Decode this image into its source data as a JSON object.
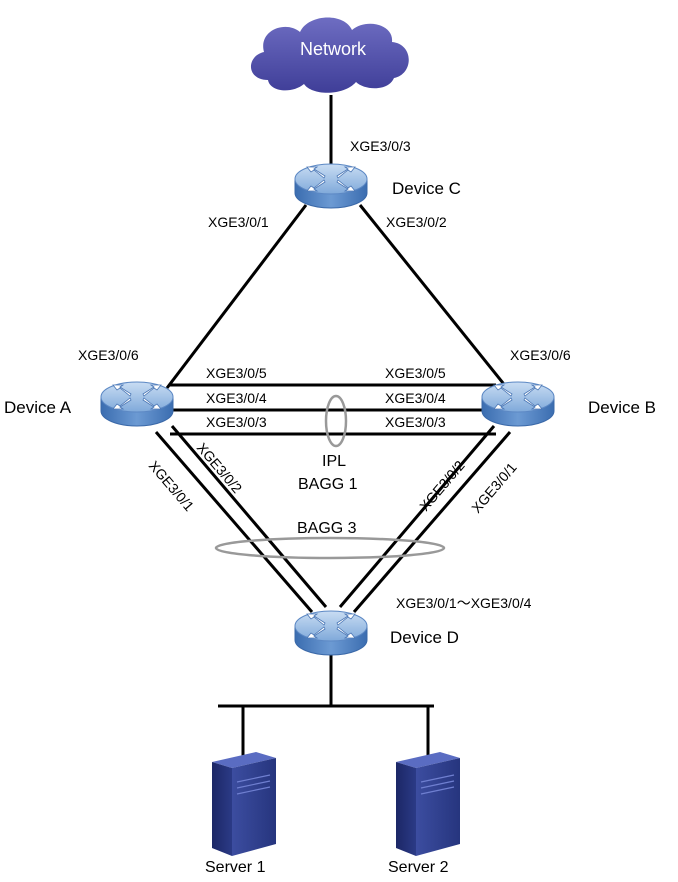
{
  "colors": {
    "cloud_fill": "#4E4DA6",
    "device_fill": "#5F8EC8",
    "device_light": "#A9C6E8",
    "server_fill": "#2E3F8F",
    "link": "#000000",
    "group_ring": "#999999"
  },
  "cloud": {
    "label": "Network"
  },
  "devices": {
    "c": {
      "label": "Device C"
    },
    "a": {
      "label": "Device A"
    },
    "b": {
      "label": "Device B"
    },
    "d": {
      "label": "Device D"
    }
  },
  "servers": [
    {
      "label": "Server 1"
    },
    {
      "label": "Server 2"
    }
  ],
  "ports": {
    "c_up": "XGE3/0/3",
    "c_left": "XGE3/0/1",
    "c_right": "XGE3/0/2",
    "a_up": "XGE3/0/6",
    "b_up": "XGE3/0/6",
    "a_ipl_5": "XGE3/0/5",
    "a_ipl_4": "XGE3/0/4",
    "a_ipl_3": "XGE3/0/3",
    "b_ipl_5": "XGE3/0/5",
    "b_ipl_4": "XGE3/0/4",
    "b_ipl_3": "XGE3/0/3",
    "a_down_1": "XGE3/0/1",
    "a_down_2": "XGE3/0/2",
    "b_down_2": "XGE3/0/2",
    "b_down_1": "XGE3/0/1",
    "d_up": "XGE3/0/1～XGE3/0/4"
  },
  "groups": {
    "ipl": "IPL",
    "bagg1": "BAGG 1",
    "bagg3": "BAGG 3"
  }
}
